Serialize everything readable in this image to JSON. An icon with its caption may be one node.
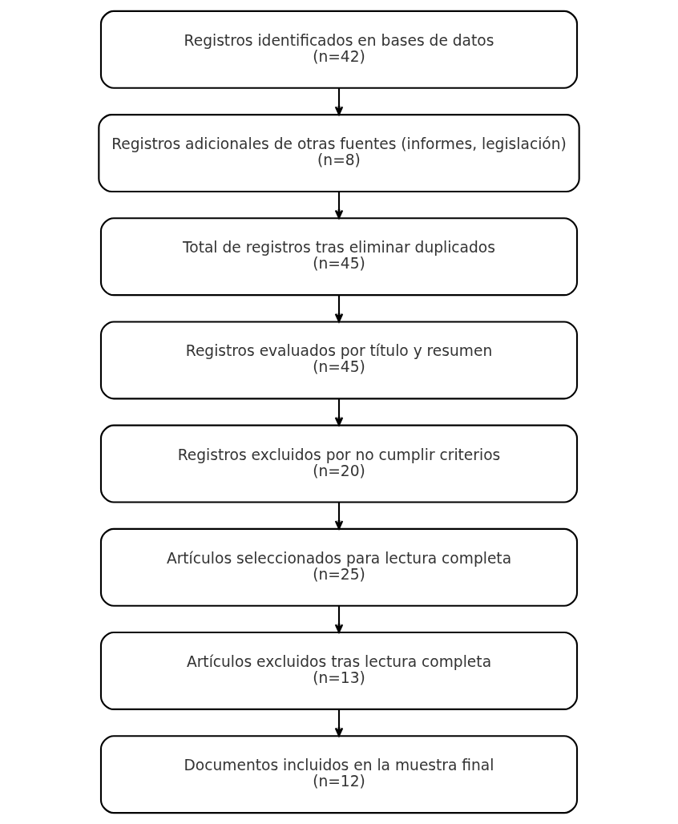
{
  "diagram": {
    "nodes": [
      {
        "text": [
          "Registros identificados en bases de datos",
          "(n=42)"
        ]
      },
      {
        "text": [
          "Registros adicionales de otras fuentes (informes, legislación)",
          "(n=8)"
        ]
      },
      {
        "text": [
          "Total de registros tras eliminar duplicados",
          "(n=45)"
        ]
      },
      {
        "text": [
          "Registros evaluados por título y resumen",
          "(n=45)"
        ]
      },
      {
        "text": [
          "Registros excluidos por no cumplir criterios",
          "(n=20)"
        ]
      },
      {
        "text": [
          "Artículos seleccionados para lectura completa",
          "(n=25)"
        ]
      },
      {
        "text": [
          "Artículos excluidos tras lectura completa",
          "(n=13)"
        ]
      },
      {
        "text": [
          "Documentos incluidos en la muestra final",
          "(n=12)"
        ]
      }
    ],
    "edges": [
      {
        "from": 0,
        "to": 1,
        "arrow": "to"
      },
      {
        "from": 1,
        "to": 2,
        "arrow": "to"
      },
      {
        "from": 2,
        "to": 3,
        "arrow": "to"
      },
      {
        "from": 3,
        "to": 4,
        "arrow": "to"
      },
      {
        "from": 4,
        "to": 5,
        "arrow": "to"
      },
      {
        "from": 5,
        "to": 6,
        "arrow": "to"
      },
      {
        "from": 6,
        "to": 7,
        "arrow": "to"
      }
    ]
  }
}
